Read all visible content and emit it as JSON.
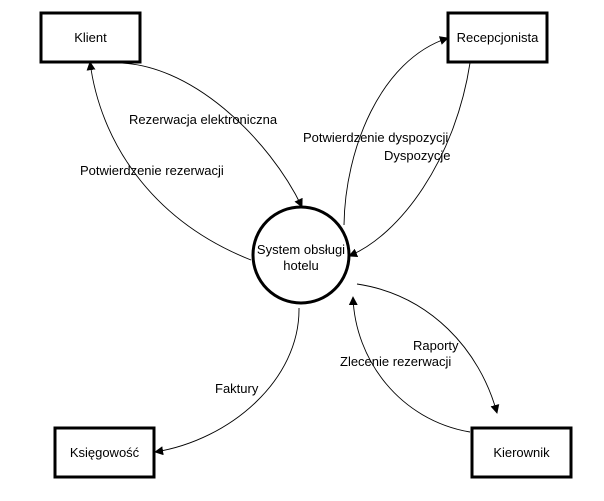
{
  "entities": {
    "klient": "Klient",
    "recepcjonista": "Recepcjonista",
    "ksiegowosc": "Księgowość",
    "kierownik": "Kierownik"
  },
  "process": {
    "line1": "System obsługi",
    "line2": "hotelu"
  },
  "flows": {
    "rezerwacja_elektroniczna": "Rezerwacja elektroniczna",
    "potwierdzenie_rezerwacji": "Potwierdzenie rezerwacji",
    "potwierdzenie_dyspozycji": "Potwierdzenie dyspozycji",
    "dyspozycje": "Dyspozycje",
    "raporty": "Raporty",
    "zlecenie_rezerwacji": "Zlecenie rezerwacji",
    "faktury": "Faktury"
  }
}
